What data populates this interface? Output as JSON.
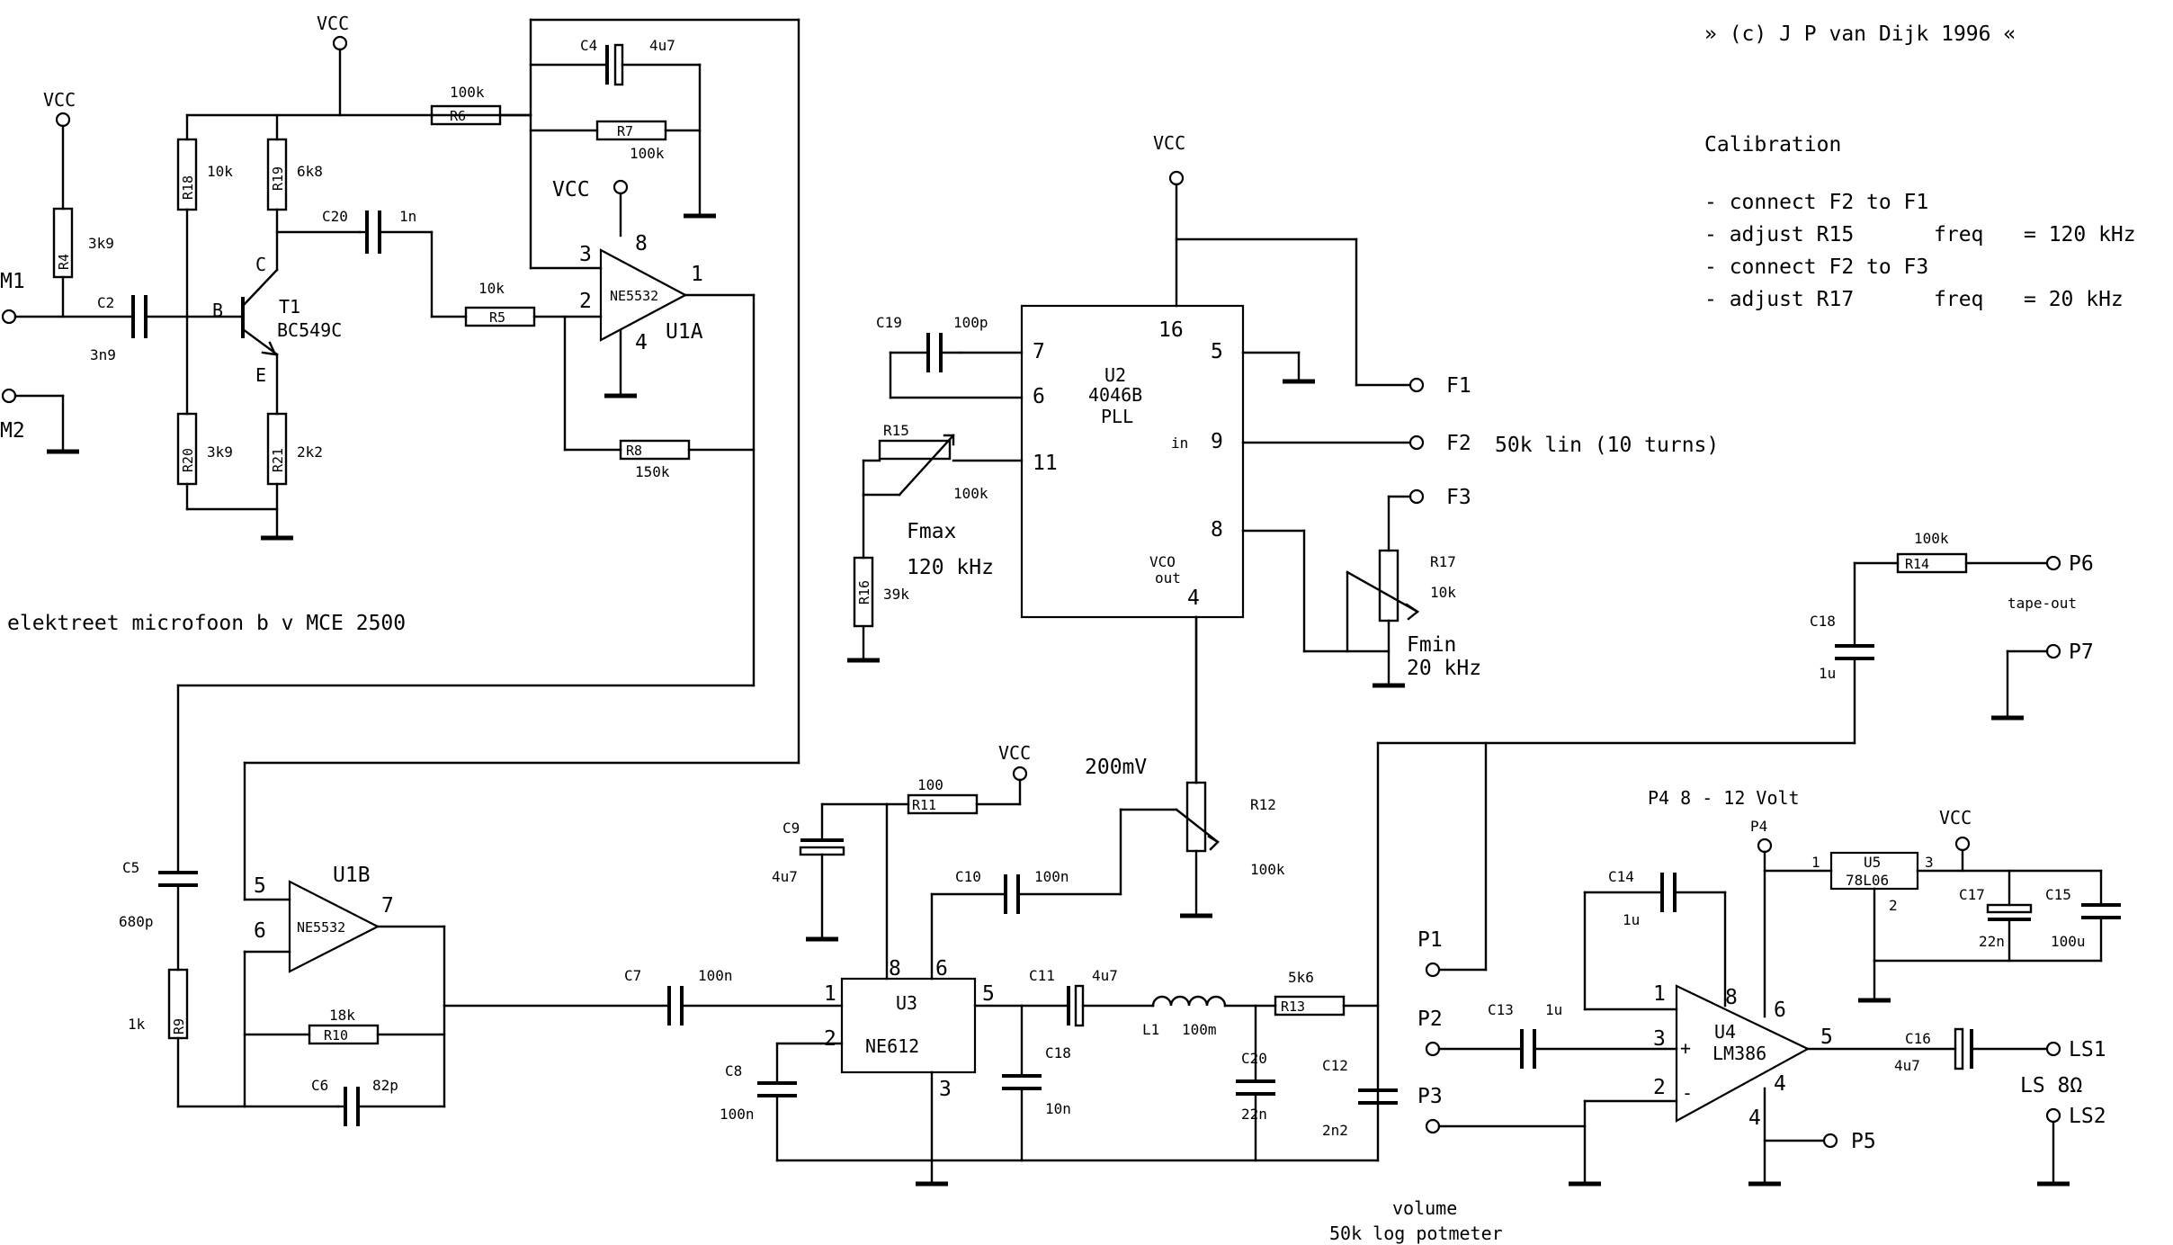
{
  "title": "» (c) J P van Dijk  1996 «",
  "calibration": {
    "heading": "Calibration",
    "steps": [
      {
        "col1": "- connect F2 to F1",
        "col2": "",
        "col3": ""
      },
      {
        "col1": "- adjust R15",
        "col2": "freq",
        "col3": "= 120 kHz"
      },
      {
        "col1": "- connect F2 to F3",
        "col2": "",
        "col3": ""
      },
      {
        "col1": "- adjust R17",
        "col2": "freq",
        "col3": "=  20 kHz"
      }
    ]
  },
  "notes": {
    "mic": "elektreet microfoon  b v  MCE 2500",
    "f2_pot": "50k lin  (10 turns)",
    "fmax": "Fmax",
    "fmax_val": "120 kHz",
    "fmin": "Fmin",
    "fmin_val": "20 kHz",
    "level": "200mV",
    "supply": "P4  8 - 12 Volt",
    "volume_1": "volume",
    "volume_2": "50k log potmeter",
    "tape_out": "tape-out",
    "ls": "LS 8Ω"
  },
  "vcc": "VCC",
  "connectors": {
    "m1": "M1",
    "m2": "M2",
    "f1": "F1",
    "f2": "F2",
    "f3": "F3",
    "p1": "P1",
    "p2": "P2",
    "p3": "P3",
    "p4": "P4",
    "p5": "P5",
    "p6": "P6",
    "p7": "P7",
    "ls1": "LS1",
    "ls2": "LS2"
  },
  "resistors": [
    {
      "ref": "R4",
      "value": "3k9"
    },
    {
      "ref": "R18",
      "value": "10k"
    },
    {
      "ref": "R19",
      "value": "6k8"
    },
    {
      "ref": "R20",
      "value": "3k9"
    },
    {
      "ref": "R21",
      "value": "2k2"
    },
    {
      "ref": "R6",
      "value": "100k"
    },
    {
      "ref": "R7",
      "value": "100k"
    },
    {
      "ref": "R5",
      "value": "10k"
    },
    {
      "ref": "R8",
      "value": "150k"
    },
    {
      "ref": "R15",
      "value": "100k"
    },
    {
      "ref": "R16",
      "value": "39k"
    },
    {
      "ref": "R17",
      "value": "10k"
    },
    {
      "ref": "R9",
      "value": "1k"
    },
    {
      "ref": "R10",
      "value": "18k"
    },
    {
      "ref": "R11",
      "value": "100"
    },
    {
      "ref": "R12",
      "value": "100k"
    },
    {
      "ref": "R13",
      "value": "5k6"
    },
    {
      "ref": "R14",
      "value": "100k"
    }
  ],
  "capacitors": [
    {
      "ref": "C2",
      "value": "3n9"
    },
    {
      "ref": "C20",
      "value": "1n"
    },
    {
      "ref": "C4",
      "value": "4u7"
    },
    {
      "ref": "C19",
      "value": "100p"
    },
    {
      "ref": "C5",
      "value": "680p"
    },
    {
      "ref": "C6",
      "value": "82p"
    },
    {
      "ref": "C7",
      "value": "100n"
    },
    {
      "ref": "C9",
      "value": "4u7"
    },
    {
      "ref": "C10",
      "value": "100n"
    },
    {
      "ref": "C8",
      "value": "100n"
    },
    {
      "ref": "C11",
      "value": "4u7"
    },
    {
      "ref": "C18",
      "value": "10n"
    },
    {
      "ref": "C20",
      "value": "22n"
    },
    {
      "ref": "C12",
      "value": "2n2"
    },
    {
      "ref": "C18",
      "value": "1u"
    },
    {
      "ref": "C14",
      "value": "1u"
    },
    {
      "ref": "C13",
      "value": "1u"
    },
    {
      "ref": "C16",
      "value": "4u7"
    },
    {
      "ref": "C17",
      "value": "22n"
    },
    {
      "ref": "C15",
      "value": "100u"
    }
  ],
  "inductors": [
    {
      "ref": "L1",
      "value": "100m"
    }
  ],
  "transistor": {
    "ref": "T1",
    "type": "BC549C",
    "b": "B",
    "c": "C",
    "e": "E"
  },
  "ics": {
    "u1a": {
      "ref": "U1A",
      "part": "NE5532",
      "pins": [
        "3",
        "2",
        "1",
        "8",
        "4"
      ]
    },
    "u1b": {
      "ref": "U1B",
      "part": "NE5532",
      "pins": [
        "5",
        "6",
        "7"
      ]
    },
    "u2": {
      "ref": "U2",
      "part": "4046B",
      "part2": "PLL",
      "vco": "VCO",
      "vco2": "out",
      "in_label": "in",
      "pins": [
        "7",
        "6",
        "11",
        "16",
        "5",
        "9",
        "8",
        "4"
      ]
    },
    "u3": {
      "ref": "U3",
      "part": "NE612",
      "pins": [
        "1",
        "2",
        "8",
        "6",
        "5",
        "3"
      ]
    },
    "u4": {
      "ref": "U4",
      "part": "LM386",
      "plus": "+",
      "minus": "-",
      "pins": [
        "1",
        "8",
        "3",
        "2",
        "6",
        "5",
        "4",
        "4"
      ]
    },
    "u5": {
      "ref": "U5",
      "part": "78L06",
      "pins": [
        "1",
        "3",
        "2"
      ]
    }
  }
}
